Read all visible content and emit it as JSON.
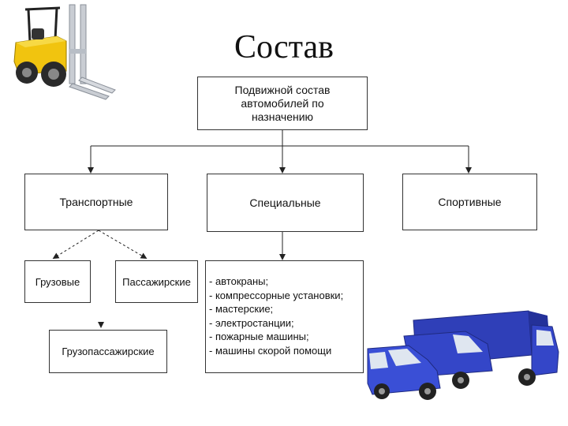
{
  "title": "Состав",
  "root": {
    "line1": "Подвижной состав",
    "line2": "автомобилей по",
    "line3": "назначению"
  },
  "categories": {
    "transport": "Транспортные",
    "special": "Специальные",
    "sport": "Спортивные"
  },
  "transport_types": {
    "cargo": "Грузовые",
    "passenger": "Пассажирские",
    "cargo_passenger": "Грузопассажирские"
  },
  "special_list": [
    "- автокраны;",
    "- компрессорные установки;",
    "- мастерские;",
    "- электростанции;",
    "- пожарные машины;",
    "- машины скорой помощи"
  ],
  "colors": {
    "vehicle_blue": "#2f3fb8",
    "forklift_yellow": "#f1c40f"
  },
  "icons": [
    "forklift-icon",
    "blue-vehicles-icon"
  ]
}
